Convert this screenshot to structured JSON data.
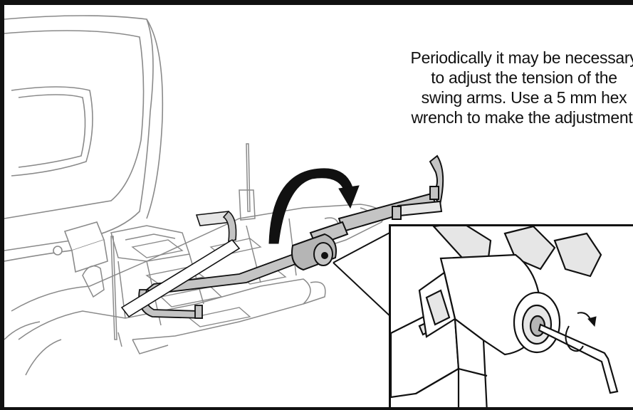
{
  "instruction": {
    "lines": [
      "Periodically it may be necessary",
      "to adjust the tension of the",
      "swing arms. Use a 5 mm hex",
      "wrench to make the adjustment."
    ]
  },
  "colors": {
    "line": "#111111",
    "light_line": "#8a8a8a",
    "highlight_fill": "#b5b5b5",
    "background": "#ffffff"
  }
}
